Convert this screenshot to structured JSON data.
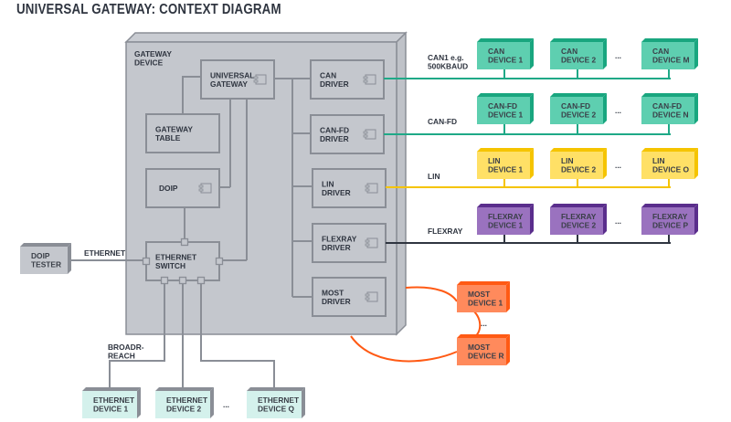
{
  "title": "UNIVERSAL GATEWAY: CONTEXT DIAGRAM",
  "colors": {
    "gateway_fill": "#c4c7cd",
    "gateway_stroke": "#8a8e96",
    "can": "#5ecfb0",
    "can_edge": "#19a67f",
    "can_bus": "#1fa987",
    "lin": "#ffe066",
    "lin_edge": "#f5c400",
    "lin_bus": "#f5c400",
    "flexray": "#9a72bf",
    "flexray_edge": "#5a2e8c",
    "flexray_bus": "#2f3540",
    "most": "#ff8a5c",
    "most_edge": "#ff5a14",
    "most_bus": "#ff5a14",
    "ethernet": "#d4f1ec",
    "ethernet_edge": "#8a8e96",
    "ethernet_bus": "#8a8e96"
  },
  "gateway_device": {
    "label_line1": "GATEWAY",
    "label_line2": "DEVICE",
    "components": {
      "universal_gateway": [
        "UNIVERSAL",
        "GATEWAY"
      ],
      "gateway_table": [
        "GATEWAY",
        "TABLE"
      ],
      "doip": [
        "DOIP"
      ],
      "ethernet_switch": [
        "ETHERNET",
        "SWITCH"
      ],
      "can_driver": [
        "CAN",
        "DRIVER"
      ],
      "canfd_driver": [
        "CAN-FD",
        "DRIVER"
      ],
      "lin_driver": [
        "LIN",
        "DRIVER"
      ],
      "flexray_driver": [
        "FLEXRAY",
        "DRIVER"
      ],
      "most_driver": [
        "MOST",
        "DRIVER"
      ]
    }
  },
  "doip_tester": [
    "DOIP",
    "TESTER"
  ],
  "bus_labels": {
    "ethernet": "ETHERNET",
    "can_line1": "CAN1 e.g.",
    "can_line2": "500KBAUD",
    "canfd": "CAN-FD",
    "lin": "LIN",
    "flexray": "FLEXRAY",
    "broadr_line1": "BROADR-",
    "broadr_line2": "REACH"
  },
  "ellipsis": "...",
  "buses": {
    "can": [
      [
        "CAN",
        "DEVICE 1"
      ],
      [
        "CAN",
        "DEVICE 2"
      ],
      [
        "CAN",
        "DEVICE M"
      ]
    ],
    "canfd": [
      [
        "CAN-FD",
        "DEVICE 1"
      ],
      [
        "CAN-FD",
        "DEVICE 2"
      ],
      [
        "CAN-FD",
        "DEVICE N"
      ]
    ],
    "lin": [
      [
        "LIN",
        "DEVICE 1"
      ],
      [
        "LIN",
        "DEVICE 2"
      ],
      [
        "LIN",
        "DEVICE O"
      ]
    ],
    "flexray": [
      [
        "FLEXRAY",
        "DEVICE 1"
      ],
      [
        "FLEXRAY",
        "DEVICE 2"
      ],
      [
        "FLEXRAY",
        "DEVICE P"
      ]
    ],
    "most": [
      [
        "MOST",
        "DEVICE 1"
      ],
      [
        "MOST",
        "DEVICE R"
      ]
    ],
    "ethernet": [
      [
        "ETHERNET",
        "DEVICE 1"
      ],
      [
        "ETHERNET",
        "DEVICE 2"
      ],
      [
        "ETHERNET",
        "DEVICE Q"
      ]
    ]
  }
}
